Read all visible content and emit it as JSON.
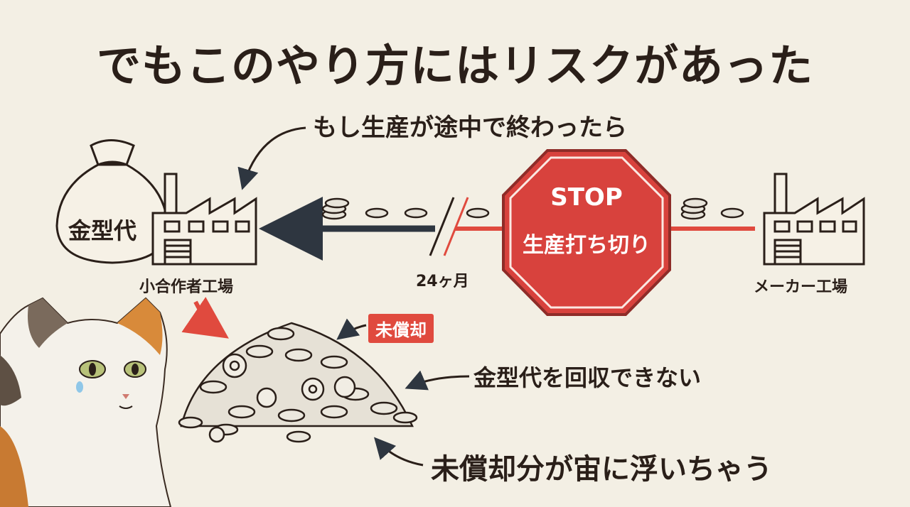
{
  "title": "でもこのやり方にはリスクがあった",
  "labels": {
    "if_stop": "もし生産が途中で終わったら",
    "mold_fee": "金型代",
    "small_factory": "小合作者工場",
    "months": "24ヶ月",
    "maker_factory": "メーカー工場",
    "unamortized": "未償却",
    "cannot_recover": "金型代を回収できない",
    "floating": "未償却分が宙に浮いちゃう"
  },
  "stop_sign": {
    "line1": "STOP",
    "line2": "生産打ち切り"
  },
  "colors": {
    "background": "#f3efe4",
    "stop_red": "#d8423d",
    "arrow_dark": "#2e3640",
    "accent_red": "#e04a3e",
    "ink": "#2a1f19"
  }
}
